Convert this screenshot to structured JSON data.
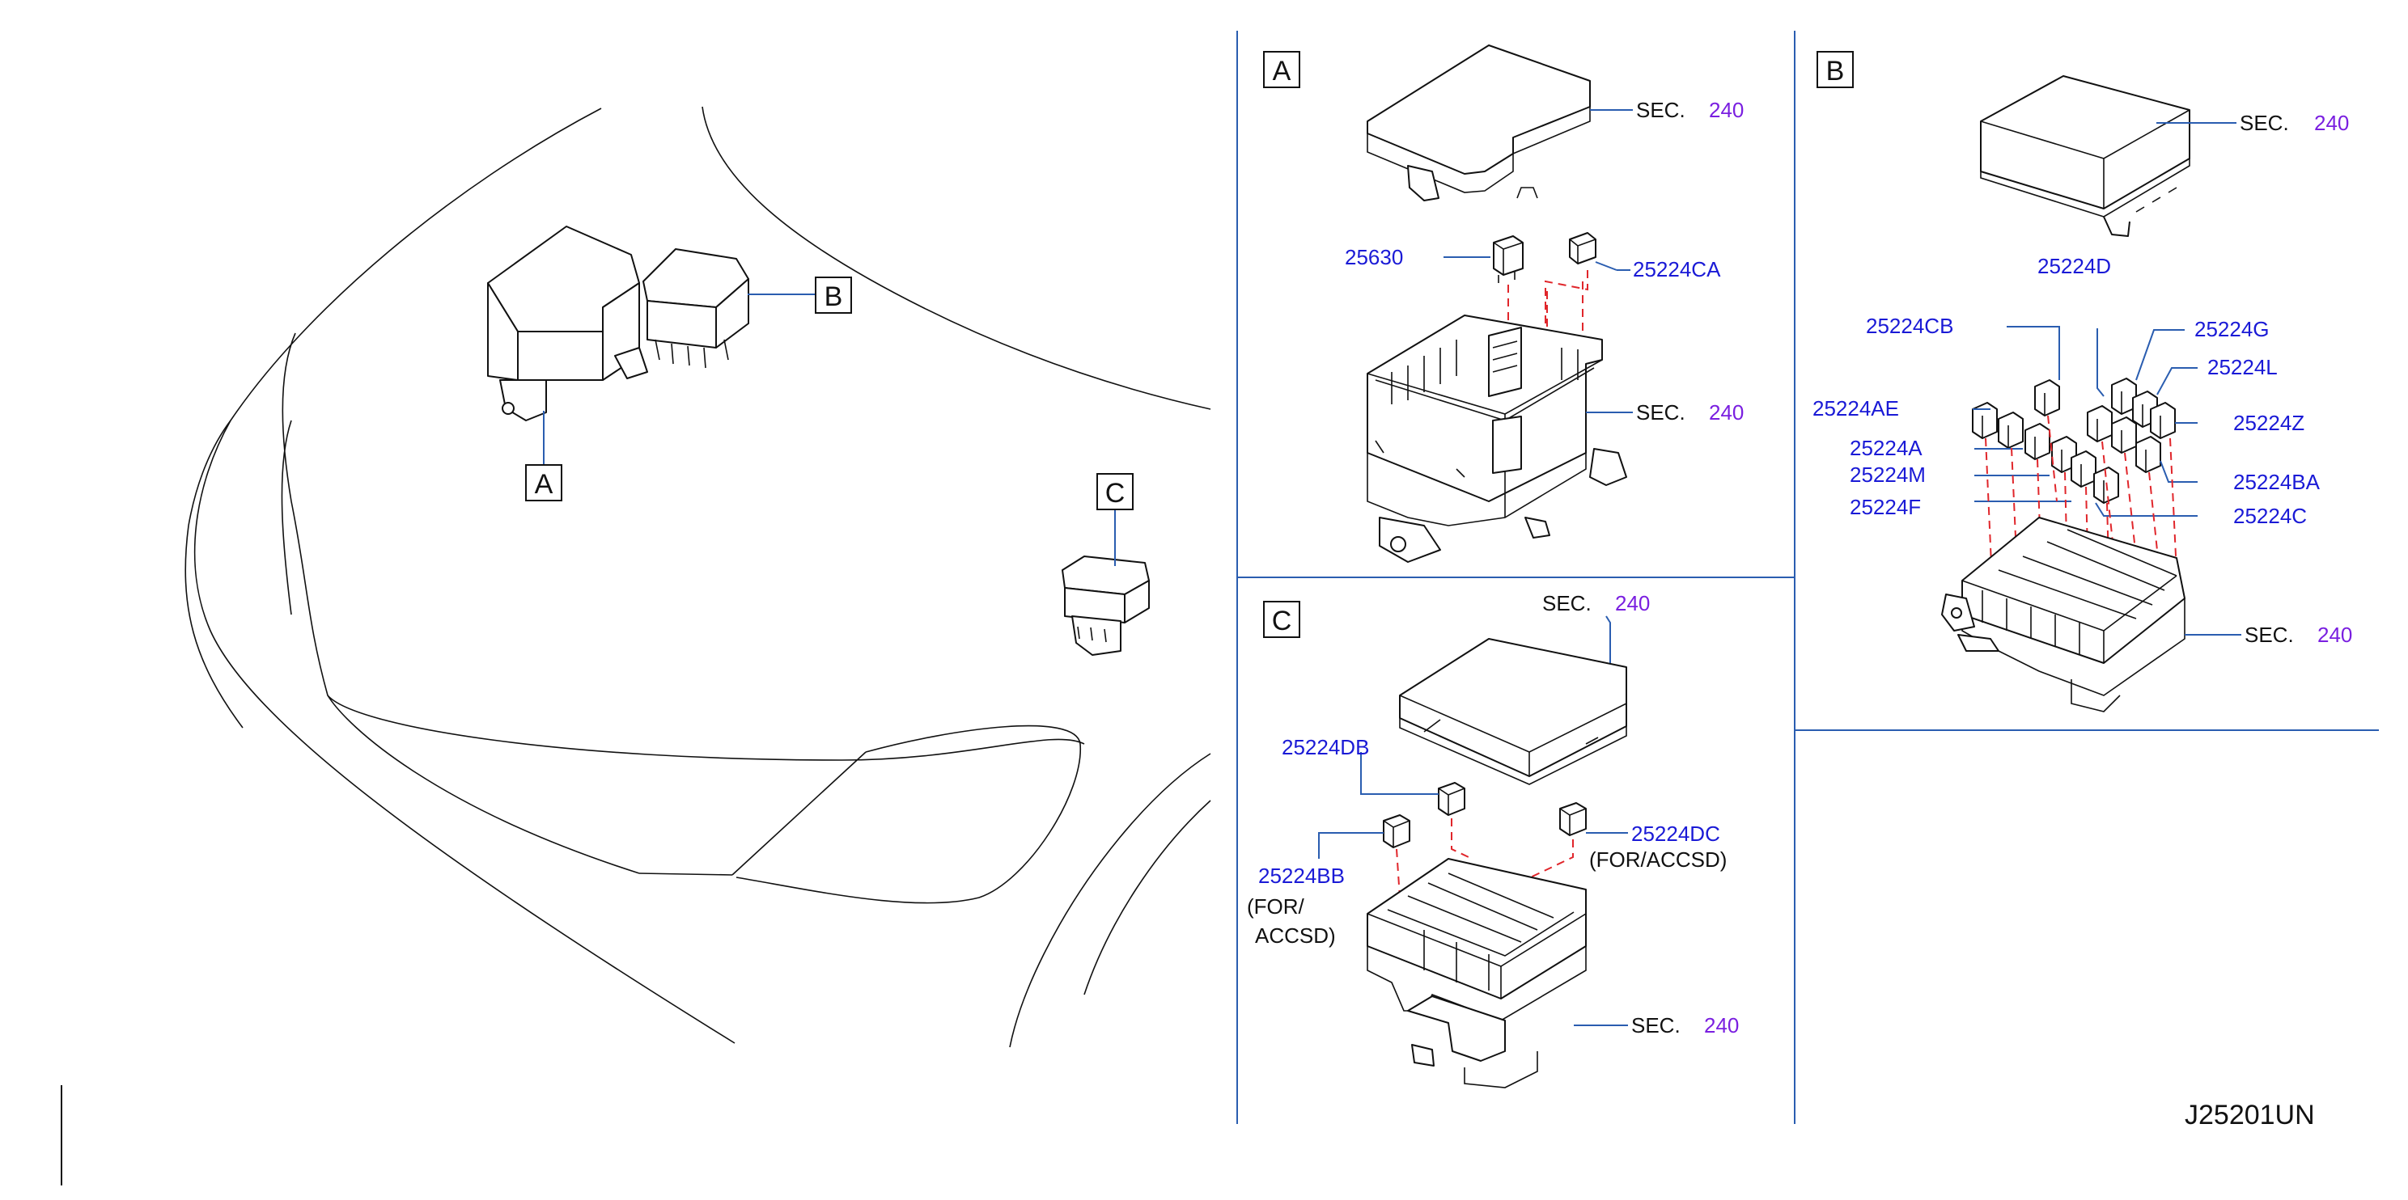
{
  "figure_id": "J25201UN",
  "callouts": {
    "overview": [
      "A",
      "B",
      "C"
    ],
    "panel_a": "A",
    "panel_b": "B",
    "panel_c": "C"
  },
  "panel_a": {
    "cover_sec": {
      "prefix": "SEC.",
      "num": "240"
    },
    "base_sec": {
      "prefix": "SEC.",
      "num": "240"
    },
    "parts": [
      "25630",
      "25224CA"
    ]
  },
  "panel_b": {
    "cover_sec": {
      "prefix": "SEC.",
      "num": "240"
    },
    "base_sec": {
      "prefix": "SEC.",
      "num": "240"
    },
    "parts": [
      "25224D",
      "25224CB",
      "25224G",
      "25224L",
      "25224AE",
      "25224Z",
      "25224A",
      "25224M",
      "25224BA",
      "25224F",
      "25224C"
    ]
  },
  "panel_c": {
    "cover_sec": {
      "prefix": "SEC.",
      "num": "240"
    },
    "base_sec": {
      "prefix": "SEC.",
      "num": "240"
    },
    "parts": [
      "25224DB",
      "25224DC",
      "25224BB"
    ],
    "notes": [
      "(FOR/ACCSD)",
      "(FOR/",
      "ACCSD)"
    ]
  },
  "colors": {
    "part_number": "#1a1ad6",
    "sec_number": "#7a1fe0",
    "leader": "#2a5db0",
    "hidden_line": "#e0262b"
  }
}
